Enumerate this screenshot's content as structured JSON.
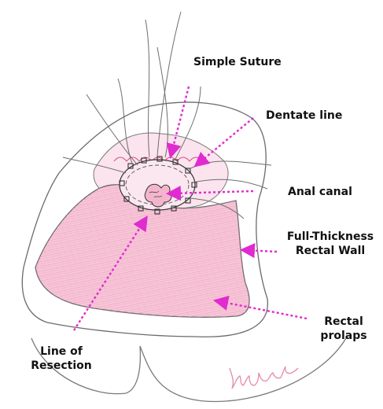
{
  "labels": {
    "simple_suture": "Simple Suture",
    "dentate_line": "Dentate line",
    "anal_canal": "Anal canal",
    "full_thickness_line1": "Full-Thickness",
    "full_thickness_line2": "Rectal Wall",
    "rectal_prolaps_line1": "Rectal",
    "rectal_prolaps_line2": "prolaps",
    "line_of_resection_line1": "Line of",
    "line_of_resection_line2": "Resection"
  },
  "signature": "yuda",
  "colors": {
    "arrow": "#e02bd0",
    "tissue_fill": "#f6c3d6",
    "tissue_hatch": "#e88fb0",
    "pencil": "#6b6b6b",
    "text": "#111111"
  }
}
